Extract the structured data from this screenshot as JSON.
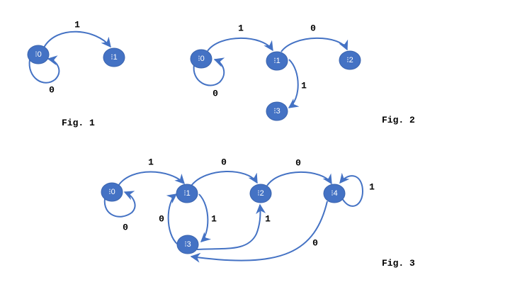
{
  "figures": [
    {
      "caption": "Fig. 1",
      "nodes": [
        {
          "id": "s0",
          "label": "⁝0"
        },
        {
          "id": "s1",
          "label": "⁝1"
        }
      ],
      "edges": [
        {
          "from": "s0",
          "to": "s1",
          "label": "1"
        },
        {
          "from": "s0",
          "to": "s0",
          "label": "0"
        }
      ]
    },
    {
      "caption": "Fig. 2",
      "nodes": [
        {
          "id": "s0",
          "label": "⁝0"
        },
        {
          "id": "s1",
          "label": "⁝1"
        },
        {
          "id": "s2",
          "label": "⁝2"
        },
        {
          "id": "s3",
          "label": "⁝3"
        }
      ],
      "edges": [
        {
          "from": "s0",
          "to": "s1",
          "label": "1"
        },
        {
          "from": "s0",
          "to": "s0",
          "label": "0"
        },
        {
          "from": "s1",
          "to": "s2",
          "label": "0"
        },
        {
          "from": "s1",
          "to": "s3",
          "label": "1"
        }
      ]
    },
    {
      "caption": "Fig. 3",
      "nodes": [
        {
          "id": "s0",
          "label": "⁝0"
        },
        {
          "id": "s1",
          "label": "⁝1"
        },
        {
          "id": "s2",
          "label": "⁝2"
        },
        {
          "id": "s3",
          "label": "⁝3"
        },
        {
          "id": "s4",
          "label": "⁝4"
        }
      ],
      "edges": [
        {
          "from": "s0",
          "to": "s1",
          "label": "1"
        },
        {
          "from": "s0",
          "to": "s0",
          "label": "0"
        },
        {
          "from": "s1",
          "to": "s2",
          "label": "0"
        },
        {
          "from": "s1",
          "to": "s3",
          "label": "1"
        },
        {
          "from": "s3",
          "to": "s1",
          "label": "0"
        },
        {
          "from": "s3",
          "to": "s2",
          "label": "1"
        },
        {
          "from": "s2",
          "to": "s4",
          "label": "0"
        },
        {
          "from": "s4",
          "to": "s4",
          "label": "1"
        },
        {
          "from": "s4",
          "to": "s3",
          "label": "0"
        }
      ]
    }
  ]
}
